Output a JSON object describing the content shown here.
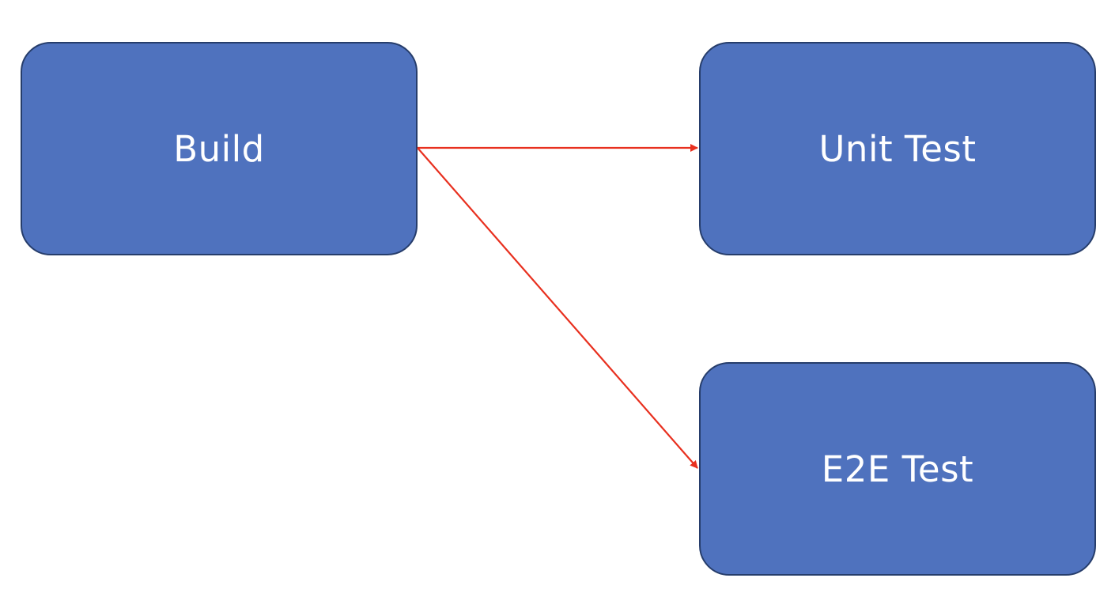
{
  "nodes": {
    "build": {
      "label": "Build"
    },
    "unit_test": {
      "label": "Unit Test"
    },
    "e2e_test": {
      "label": "E2E Test"
    }
  },
  "edges": [
    {
      "from": "Build",
      "to": "Unit Test"
    },
    {
      "from": "Build",
      "to": "E2E Test"
    }
  ],
  "colors": {
    "node_fill": "#4f72be",
    "node_border": "#263d6b",
    "node_text": "#ffffff",
    "arrow": "#e8301f",
    "background": "#ffffff"
  }
}
